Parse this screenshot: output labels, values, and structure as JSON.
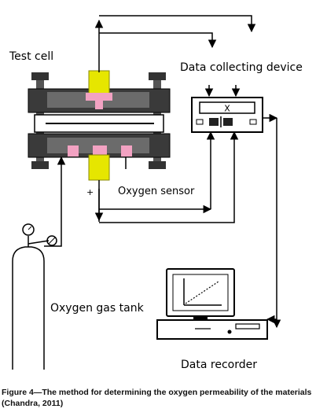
{
  "labels": {
    "test_cell": "Test cell",
    "data_collecting_device": "Data collecting device",
    "oxygen_sensor": "Oxygen sensor",
    "oxygen_gas_tank": "Oxygen gas tank",
    "data_recorder": "Data recorder",
    "meter_symbol": "X",
    "plus_sign": "+"
  },
  "caption": "Figure 4—The method for determining the oxygen permeability of the materials (Chandra, 2011)",
  "colors": {
    "line": "#000000",
    "valve": "#e6e600",
    "seal": "#f2a2c2",
    "plate": "#3a3a3a"
  }
}
